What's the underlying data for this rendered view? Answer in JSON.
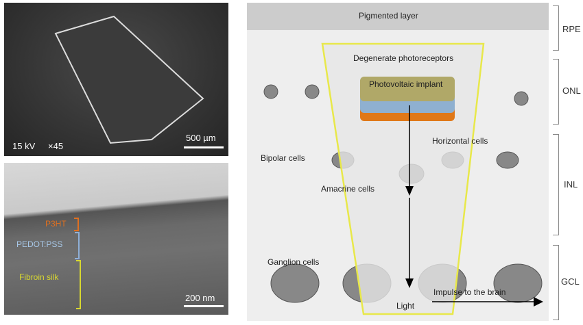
{
  "sem_top": {
    "voltage": "15 kV",
    "magnification": "×45",
    "scale_bar": "500 µm"
  },
  "sem_bottom": {
    "layers": [
      {
        "label": "P3HT",
        "color": "#e07020"
      },
      {
        "label": "PEDOT:PSS",
        "color": "#8fb0d8"
      },
      {
        "label": "Fibroin silk",
        "color": "#d8d830"
      }
    ],
    "scale_bar": "200 nm"
  },
  "retina": {
    "pigmented": "Pigmented layer",
    "degenerate": "Degenerate photoreceptors",
    "implant": "Photovoltaic implant",
    "horizontal": "Horizontal cells",
    "bipolar": "Bipolar cells",
    "amacrine": "Amacrine cells",
    "ganglion": "Ganglion cells",
    "light": "Light",
    "impulse": "Impulse to the brain"
  },
  "layers": [
    "RPE",
    "ONL",
    "INL",
    "GCL"
  ]
}
